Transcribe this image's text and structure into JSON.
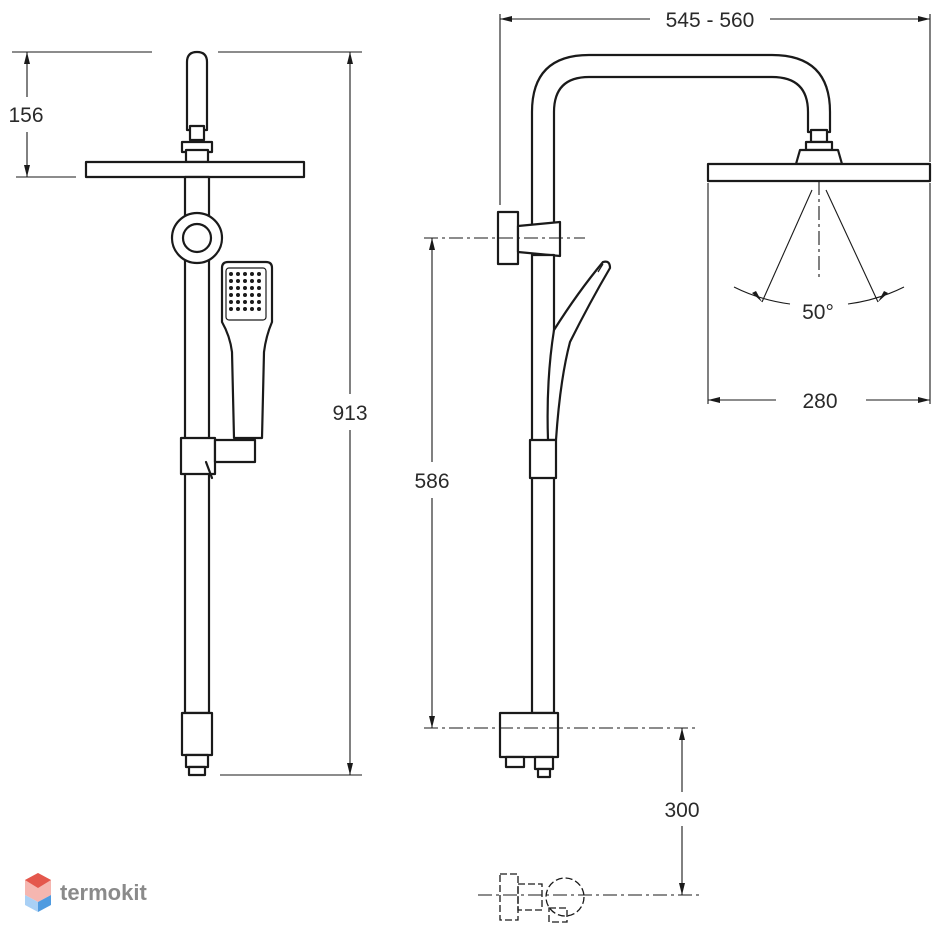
{
  "dimensions": {
    "header_height": "156",
    "total_height": "913",
    "arm_reach": "545 - 560",
    "bracket_to_bottom": "586",
    "outlet_to_floor_connection": "300",
    "spray_angle": "50°",
    "head_width": "280"
  },
  "brand": {
    "name": "termokit",
    "logo_colors": [
      "#e4574c",
      "#4f9be0",
      "#f5b6b0",
      "#a9d0f5"
    ]
  }
}
